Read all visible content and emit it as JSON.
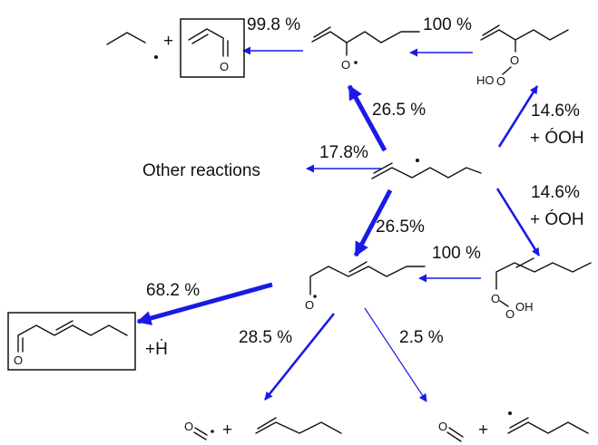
{
  "colors": {
    "arrow": "#1a1ae6",
    "bond": "#111111",
    "text": "#111111",
    "background": "#ffffff"
  },
  "flows": {
    "to_ketone_oxy": "26.5 %",
    "ketone_oxy_decomp": "99.8 %",
    "hydroperoxide_1_to_oxy": "100 %",
    "o2_addition_1": "14.6%",
    "o2_addition_1_coproduct": "+ ÓOH",
    "o2_addition_2": "14.6%",
    "o2_addition_2_coproduct": "+ ÓOH",
    "other": "17.8%",
    "to_allyl_oxy": "26.5%",
    "hydroperoxide_2_to_oxy": "100 %",
    "to_aldehyde": "68.2 %",
    "to_formyl": "28.5 %",
    "to_formaldehyde": "2.5 %"
  },
  "labels": {
    "other_reactions": "Other reactions",
    "plus_h": "+Ḣ",
    "plus": "+"
  },
  "atoms": {
    "oxygen": "O",
    "hydroxyl": "HO",
    "hydroxyl_right": "OH"
  }
}
